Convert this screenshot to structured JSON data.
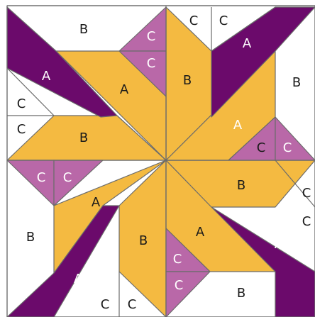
{
  "colors": {
    "gold": "#F4BA41",
    "purple": "#6B0A6B",
    "orchid": "#B968A8",
    "white": "#FFFFFF",
    "seam": "#6B6B6B"
  },
  "legend_letters": {
    "large_triangle": "A",
    "star_point": "B",
    "corner_triangle": "C"
  },
  "labels": [
    "B",
    "C",
    "C",
    "C",
    "C",
    "A",
    "A",
    "A",
    "B",
    "B",
    "C",
    "C",
    "B",
    "C",
    "C",
    "A",
    "C",
    "C",
    "A",
    "B",
    "B",
    "B",
    "A",
    "C",
    "C",
    "A",
    "A",
    "C",
    "C",
    "B",
    "C",
    "C"
  ]
}
